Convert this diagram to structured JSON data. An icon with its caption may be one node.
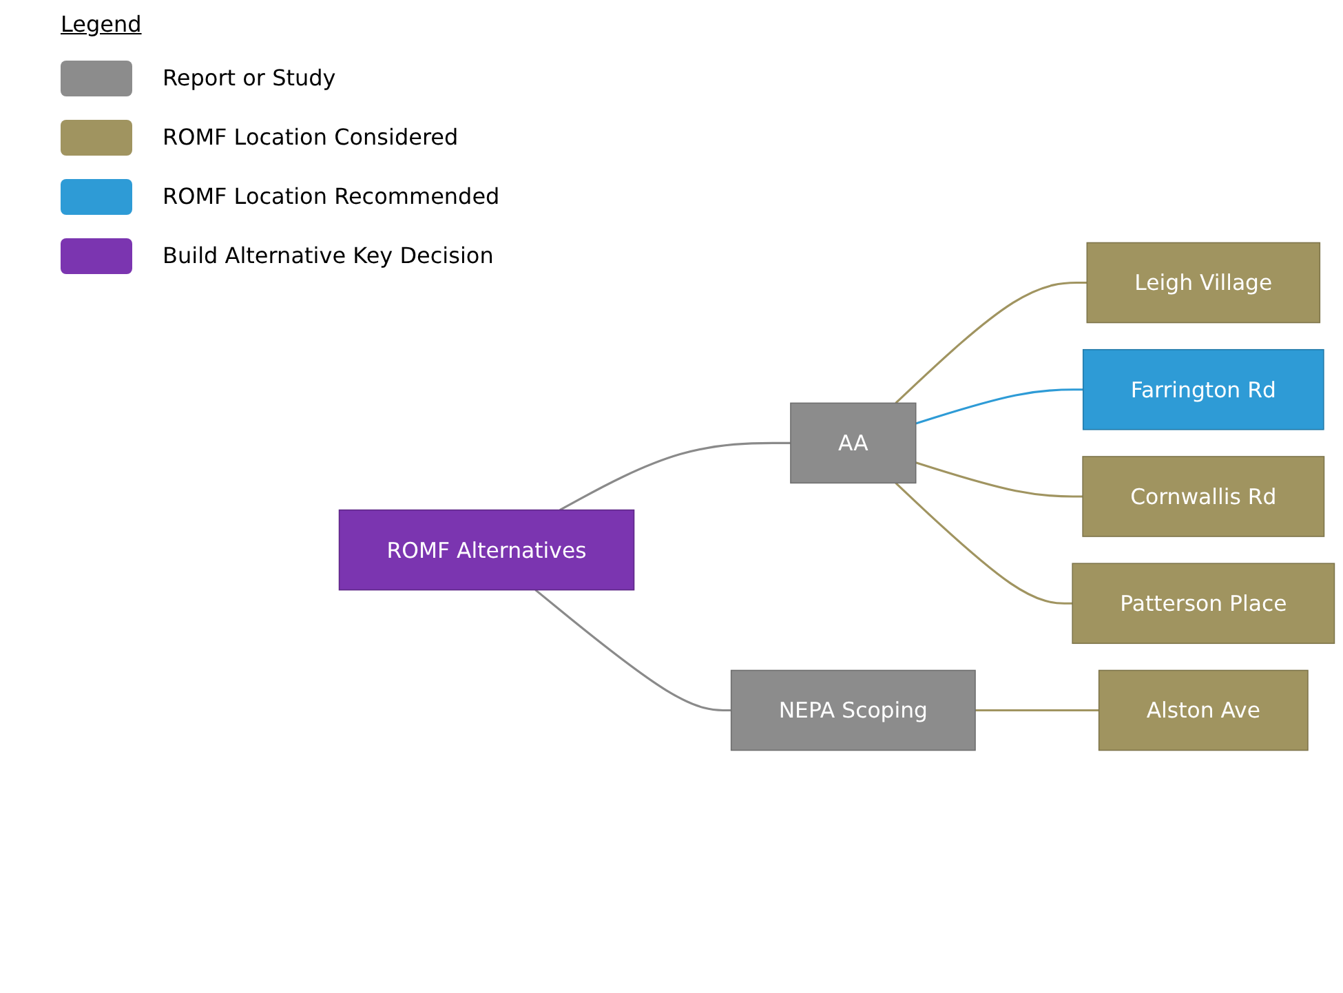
{
  "diagram": {
    "nodes": [
      {
        "text": [
          "ROMF Alternatives"
        ]
      },
      {
        "text": [
          "AA"
        ]
      },
      {
        "text": [
          "NEPA Scoping"
        ]
      },
      {
        "text": [
          "Leigh Village"
        ]
      },
      {
        "text": [
          "Farrington Rd"
        ]
      },
      {
        "text": [
          "Cornwallis Rd"
        ]
      },
      {
        "text": [
          "Patterson Place"
        ]
      },
      {
        "text": [
          "Alston Ave"
        ]
      }
    ],
    "edges": [
      {
        "from": 0,
        "to": 1,
        "arrow": "none",
        "color": "#8a8a8a"
      },
      {
        "from": 0,
        "to": 2,
        "arrow": "none",
        "color": "#8a8a8a"
      },
      {
        "from": 1,
        "to": 3,
        "arrow": "none"
      },
      {
        "from": 1,
        "to": 4,
        "arrow": "none",
        "color": "#2e9bd6"
      },
      {
        "from": 1,
        "to": 5,
        "arrow": "none"
      },
      {
        "from": 1,
        "to": 6,
        "arrow": "none"
      },
      {
        "from": 2,
        "to": 7,
        "arrow": "none"
      }
    ],
    "labels": [
      "Legend"
    ],
    "legend": [
      {
        "text": "Report or Study",
        "color": "#8c8c8c"
      },
      {
        "text": "ROMF Location Considered",
        "color": "#a09460"
      },
      {
        "text": "ROMF Location Recommended",
        "color": "#2e9bd6"
      },
      {
        "text": "Build Alternative Key Decision",
        "color": "#7b35b0"
      }
    ]
  }
}
